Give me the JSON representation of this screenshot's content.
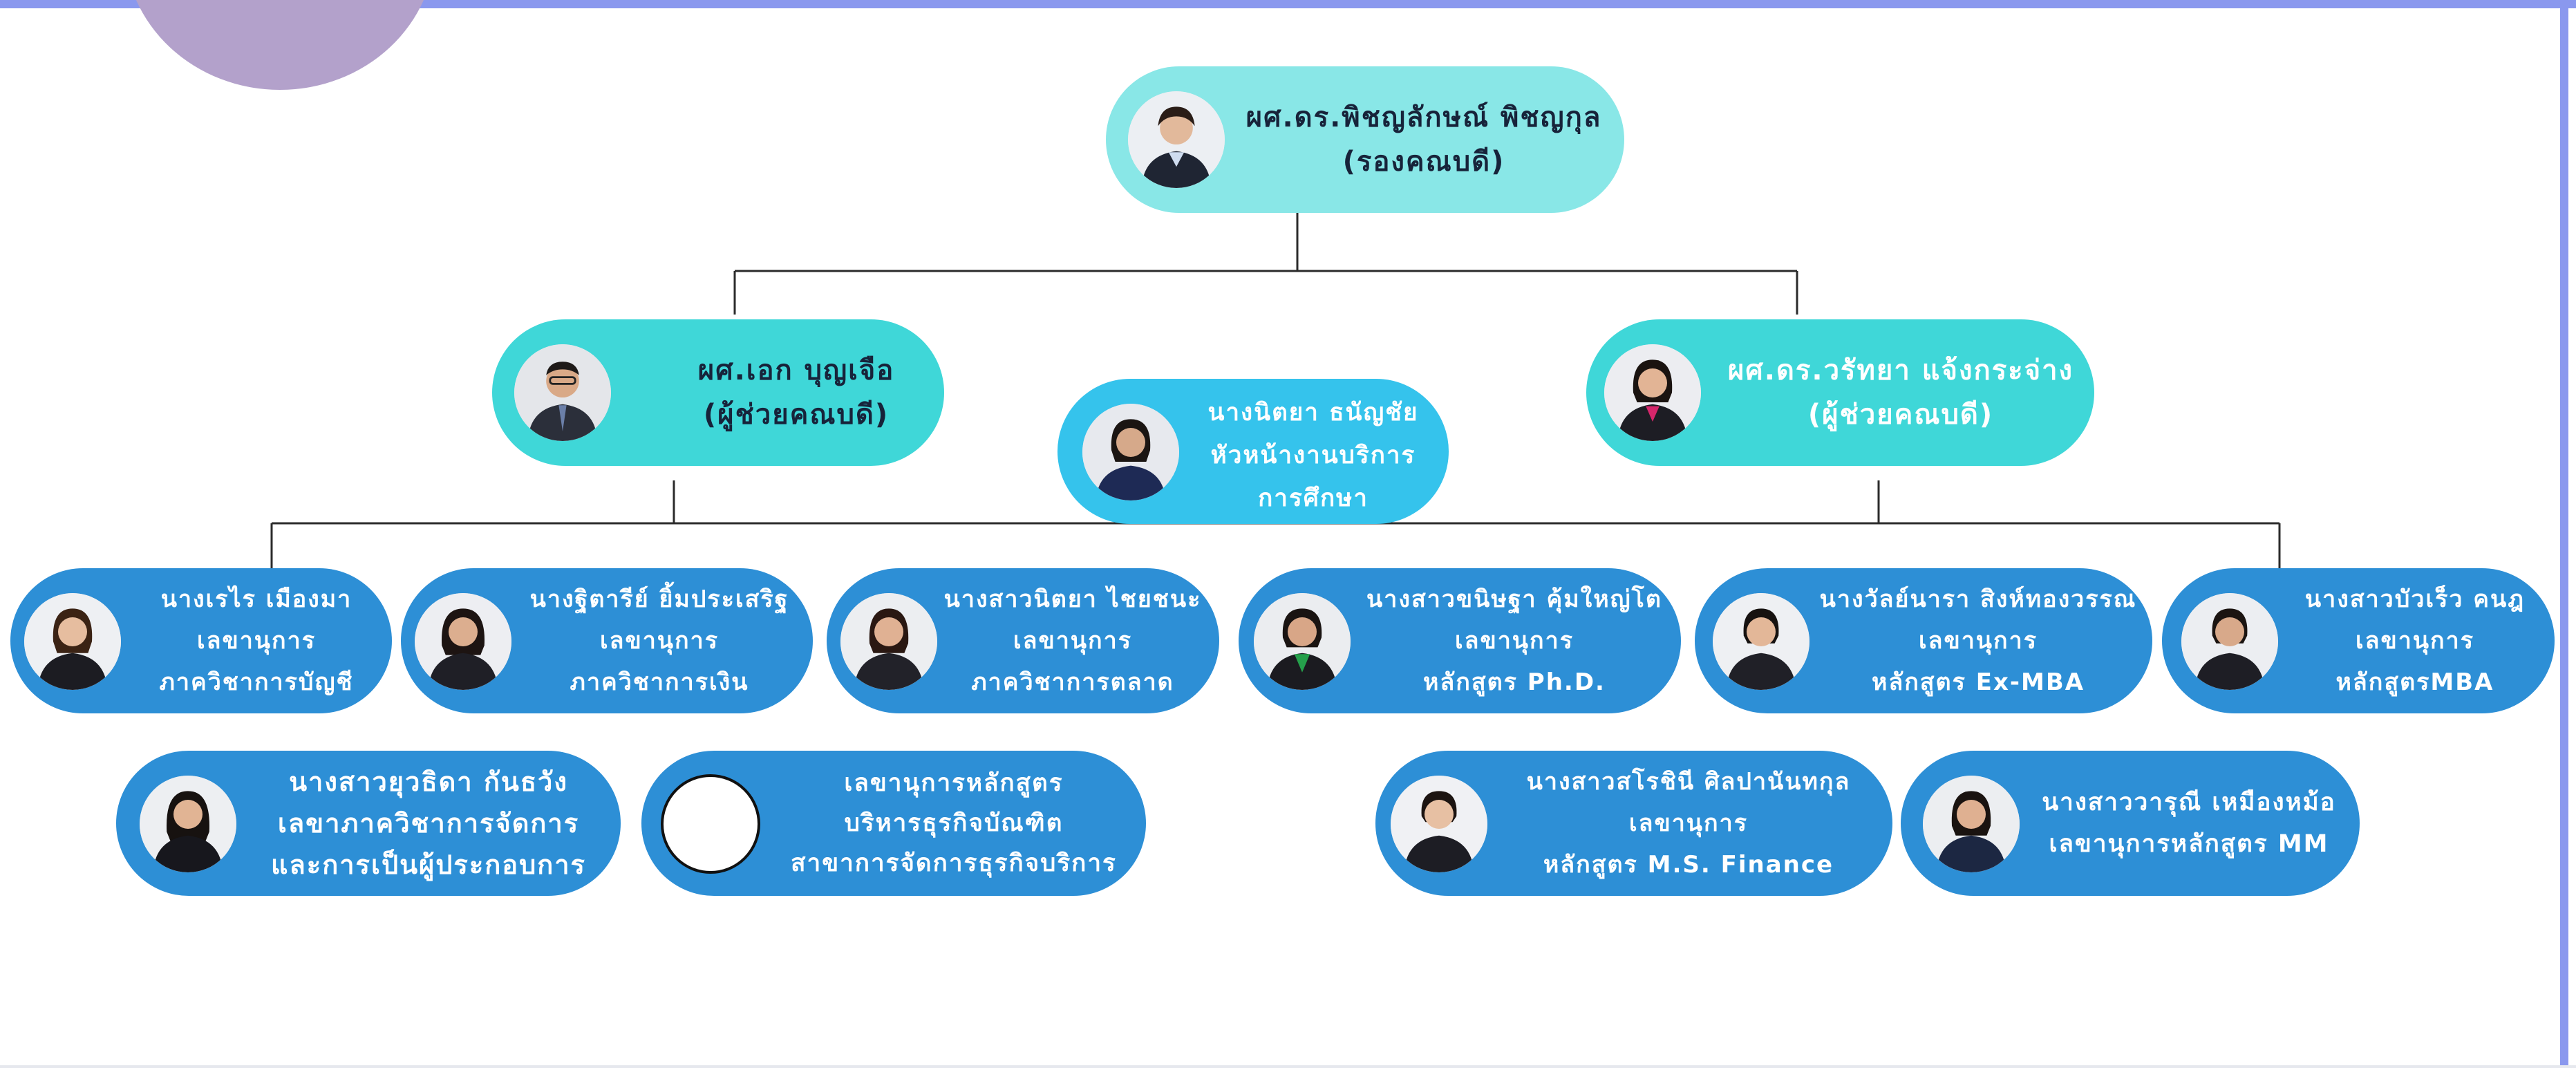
{
  "colors": {
    "frame": "#8a98ee",
    "decoration": "#b3a1cb",
    "executive_box": "#89e7e7",
    "assistant_box": "#3fd7d8",
    "head_box": "#35c3ec",
    "staff_box": "#2d8fd6",
    "connector": "#2b2b2b"
  },
  "executive": {
    "name": "ผศ.ดร.พิชญลักษณ์ พิชญกุล",
    "role": "(รองคณบดี)"
  },
  "assistants": [
    {
      "name": "ผศ.เอก บุญเจือ",
      "role": "(ผู้ช่วยคณบดี)"
    },
    {
      "name": "ผศ.ดร.วรัทยา แจ้งกระจ่าง",
      "role": "(ผู้ช่วยคณบดี)"
    }
  ],
  "head": {
    "name": "นางนิตยา ธนัญชัย",
    "line2": "หัวหน้างานบริการ",
    "line3": "การศึกษา"
  },
  "staff_row1": [
    {
      "name": "นางเรไร เมืองมา",
      "role": "เลขานุการ",
      "unit": "ภาควิชาการบัญชี"
    },
    {
      "name": "นางฐิตารีย์ ยิ้มประเสริฐ",
      "role": "เลขานุการ",
      "unit": "ภาควิชาการเงิน"
    },
    {
      "name": "นางสาวนิตยา ไชยชนะ",
      "role": "เลขานุการ",
      "unit": "ภาควิชาการตลาด"
    },
    {
      "name": "นางสาวขนิษฐา คุ้มใหญ่โต",
      "role": "เลขานุการ",
      "unit": "หลักสูตร Ph.D."
    },
    {
      "name": "นางวัลย์นารา สิงห์ทองวรรณ",
      "role": "เลขานุการ",
      "unit": "หลักสูตร Ex-MBA"
    },
    {
      "name": "นางสาวบัวเร็ว คนฎ",
      "role": "เลขานุการ",
      "unit": "หลักสูตรMBA"
    }
  ],
  "staff_row2": [
    {
      "line1": "นางสาวยุวธิดา กันธวัง",
      "line2": "เลขาภาควิชาการจัดการ",
      "line3": "และการเป็นผู้ประกอบการ"
    },
    {
      "line1": "เลขานุการหลักสูตร",
      "line2": "บริหารธุรกิจบัณฑิต",
      "line3": "สาขาการจัดการธุรกิจบริการ"
    },
    {
      "line1": "นางสาวสโรชินี ศิลปานันทกุล",
      "line2": "เลขานุการ",
      "line3": "หลักสูตร M.S. Finance"
    },
    {
      "line1": "นางสาววารุณี เหมืองหม้อ",
      "line2": "เลขานุการหลักสูตร MM"
    }
  ]
}
